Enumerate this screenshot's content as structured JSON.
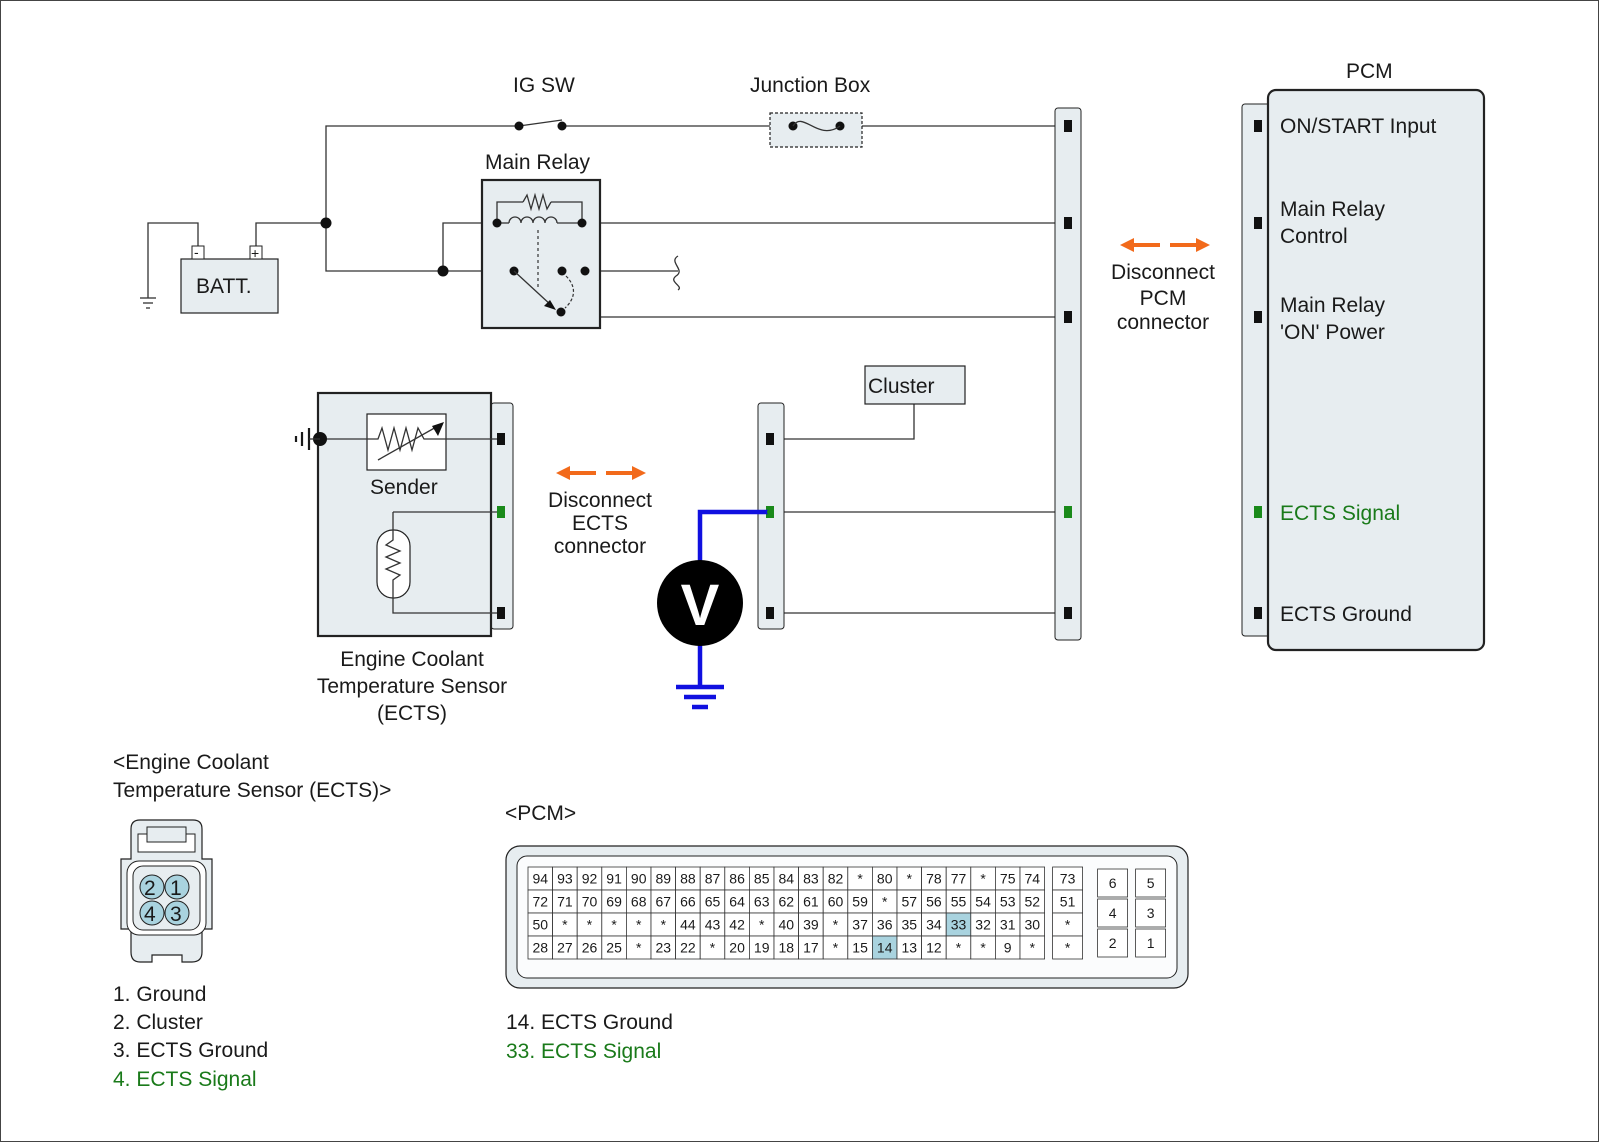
{
  "labels": {
    "ig_sw": "IG SW",
    "junction_box": "Junction Box",
    "main_relay": "Main Relay",
    "batt": "BATT.",
    "batt_neg": "-",
    "batt_pos": "+",
    "cluster": "Cluster",
    "sender": "Sender",
    "ects_title_1": "Engine Coolant",
    "ects_title_2": "Temperature Sensor",
    "ects_title_3": "(ECTS)",
    "pcm": "PCM",
    "voltmeter": "V",
    "disconnect_pcm_1": "Disconnect",
    "disconnect_pcm_2": "PCM",
    "disconnect_pcm_3": "connector",
    "disconnect_ects_1": "Disconnect",
    "disconnect_ects_2": "ECTS",
    "disconnect_ects_3": "connector"
  },
  "pcm_pins": {
    "on_start": "ON/START Input",
    "main_relay_control_1": "Main Relay",
    "main_relay_control_2": "Control",
    "main_relay_on_1": "Main Relay",
    "main_relay_on_2": "'ON' Power",
    "ects_signal": "ECTS Signal",
    "ects_ground": "ECTS Ground"
  },
  "ects_connector": {
    "title_1": "<Engine Coolant",
    "title_2": "Temperature Sensor (ECTS)>",
    "pins": [
      "2",
      "1",
      "4",
      "3"
    ],
    "legend": [
      "1. Ground",
      "2. Cluster",
      "3. ECTS Ground",
      "4. ECTS Signal"
    ]
  },
  "pcm_connector": {
    "title": "<PCM>",
    "rows": [
      [
        "94",
        "93",
        "92",
        "91",
        "90",
        "89",
        "88",
        "87",
        "86",
        "85",
        "84",
        "83",
        "82",
        "*",
        "80",
        "*",
        "78",
        "77",
        "*",
        "75",
        "74"
      ],
      [
        "72",
        "71",
        "70",
        "69",
        "68",
        "67",
        "66",
        "65",
        "64",
        "63",
        "62",
        "61",
        "60",
        "59",
        "*",
        "57",
        "56",
        "55",
        "54",
        "53",
        "52"
      ],
      [
        "50",
        "*",
        "*",
        "*",
        "*",
        "*",
        "44",
        "43",
        "42",
        "*",
        "40",
        "39",
        "*",
        "37",
        "36",
        "35",
        "34",
        "33",
        "32",
        "31",
        "30"
      ],
      [
        "28",
        "27",
        "26",
        "25",
        "*",
        "23",
        "22",
        "*",
        "20",
        "19",
        "18",
        "17",
        "*",
        "15",
        "14",
        "13",
        "12",
        "*",
        "*",
        "9",
        "*"
      ]
    ],
    "mid_col": [
      "73",
      "51",
      "*",
      "*"
    ],
    "right_pins": [
      [
        "6",
        "5"
      ],
      [
        "4",
        "3"
      ],
      [
        "2",
        "1"
      ]
    ],
    "highlighted": [
      "14",
      "33"
    ],
    "legend": [
      "14. ECTS Ground",
      "33. ECTS Signal"
    ]
  },
  "colors": {
    "box_fill": "#e7edf0",
    "signal_green": "#1a7a1a",
    "probe_blue": "#1010e0",
    "arrow_orange": "#f26a1b",
    "highlight": "#a9d3df"
  }
}
